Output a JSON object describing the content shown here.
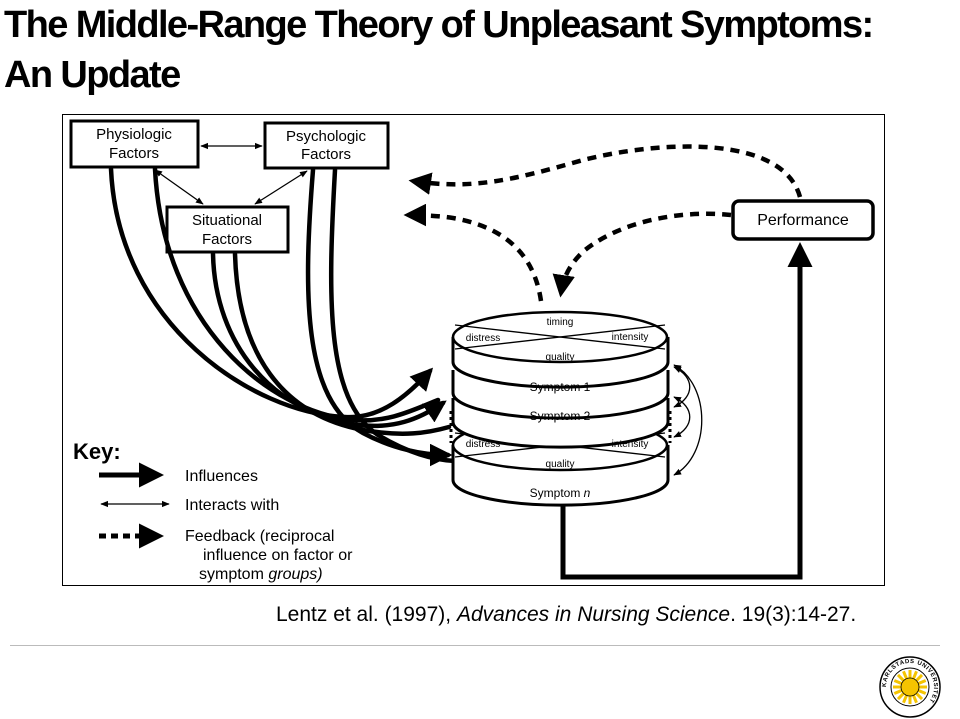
{
  "title": {
    "line1": "The Middle-Range Theory of Unpleasant Symptoms:",
    "line2": "An Update"
  },
  "diagram": {
    "factors": {
      "physiologic": [
        "Physiologic",
        "Factors"
      ],
      "psychologic": [
        "Psychologic",
        "Factors"
      ],
      "situational": [
        "Situational",
        "Factors"
      ]
    },
    "performance": "Performance",
    "disc_top": {
      "timing": "timing",
      "distress": "distress",
      "intensity": "intensity",
      "quality": "quality"
    },
    "symptom1": "Symptom 1",
    "symptom2": "Symptom 2",
    "disc_bottom": {
      "distress": "distress",
      "intensity": "intensity",
      "quality": "quality",
      "symptom_n_prefix": "Symptom ",
      "symptom_n_italic": "n"
    },
    "key": {
      "heading": "Key:",
      "influences": "Influences",
      "interacts": "Interacts with",
      "feedback_line1": "Feedback (reciprocal",
      "feedback_line2": "influence on factor or",
      "feedback_line3_prefix": "symptom ",
      "feedback_line3_italic": "groups)"
    }
  },
  "citation": {
    "prefix": "Lentz et al. (1997), ",
    "journal": "Advances in Nursing Science",
    "suffix": ". 19(3):14-27."
  },
  "seal": {
    "ring_text": "KARLSTADS UNIVERSITET",
    "sun_color": "#f5c400"
  }
}
